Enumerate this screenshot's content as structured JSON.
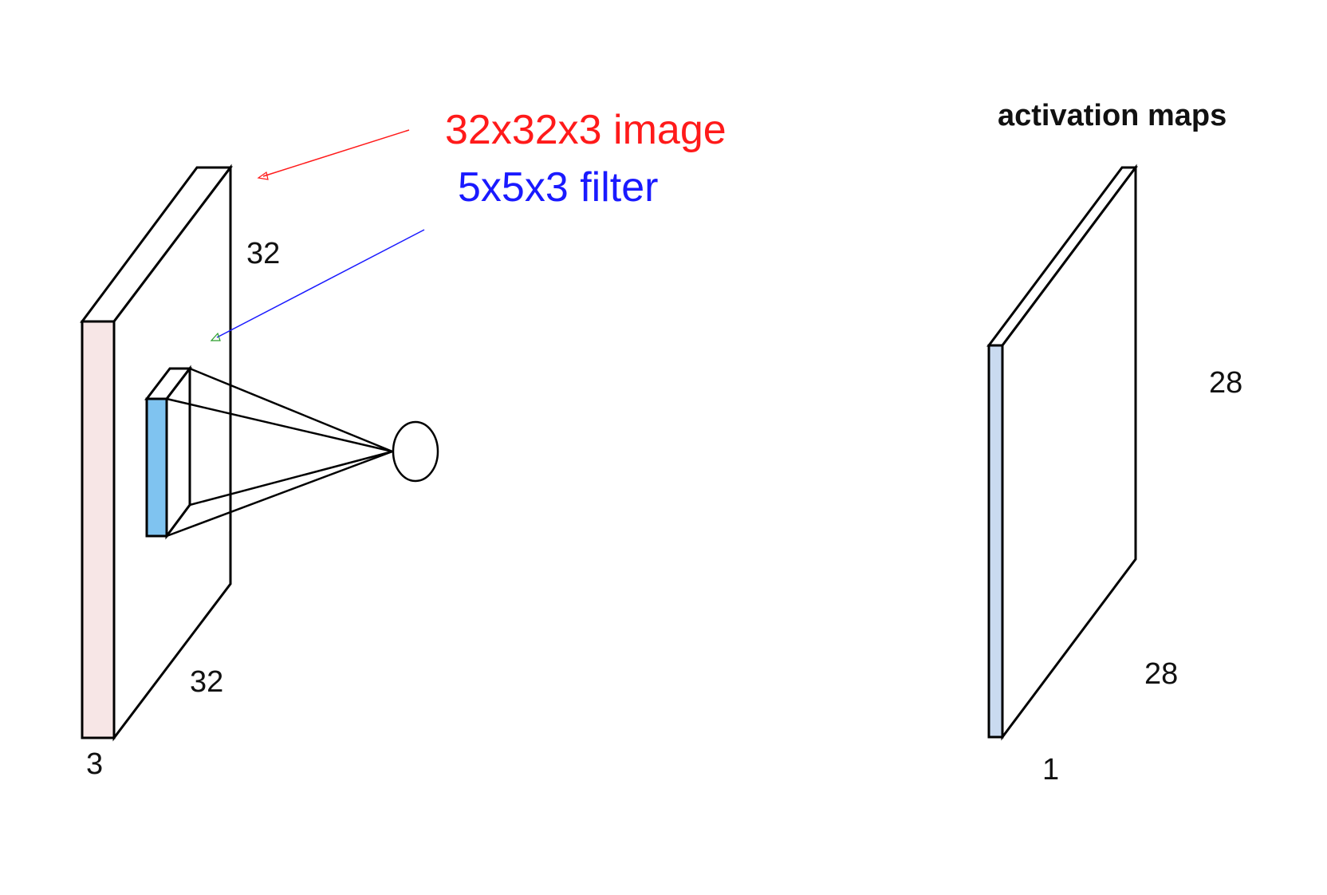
{
  "annotations": {
    "image_label": "32x32x3 image",
    "filter_label": "5x5x3 filter"
  },
  "input_volume": {
    "height": "32",
    "width": "32",
    "depth": "3"
  },
  "activation_map": {
    "title": "activation maps",
    "height": "28",
    "width": "28",
    "depth": "1"
  },
  "colors": {
    "image_accent": "#ff1a1a",
    "filter_accent": "#1a1aff",
    "volume_face": "#f7e6e6",
    "filter_face": "#7fc3f0",
    "activation_face": "#c9daf0",
    "stroke": "#000000"
  }
}
